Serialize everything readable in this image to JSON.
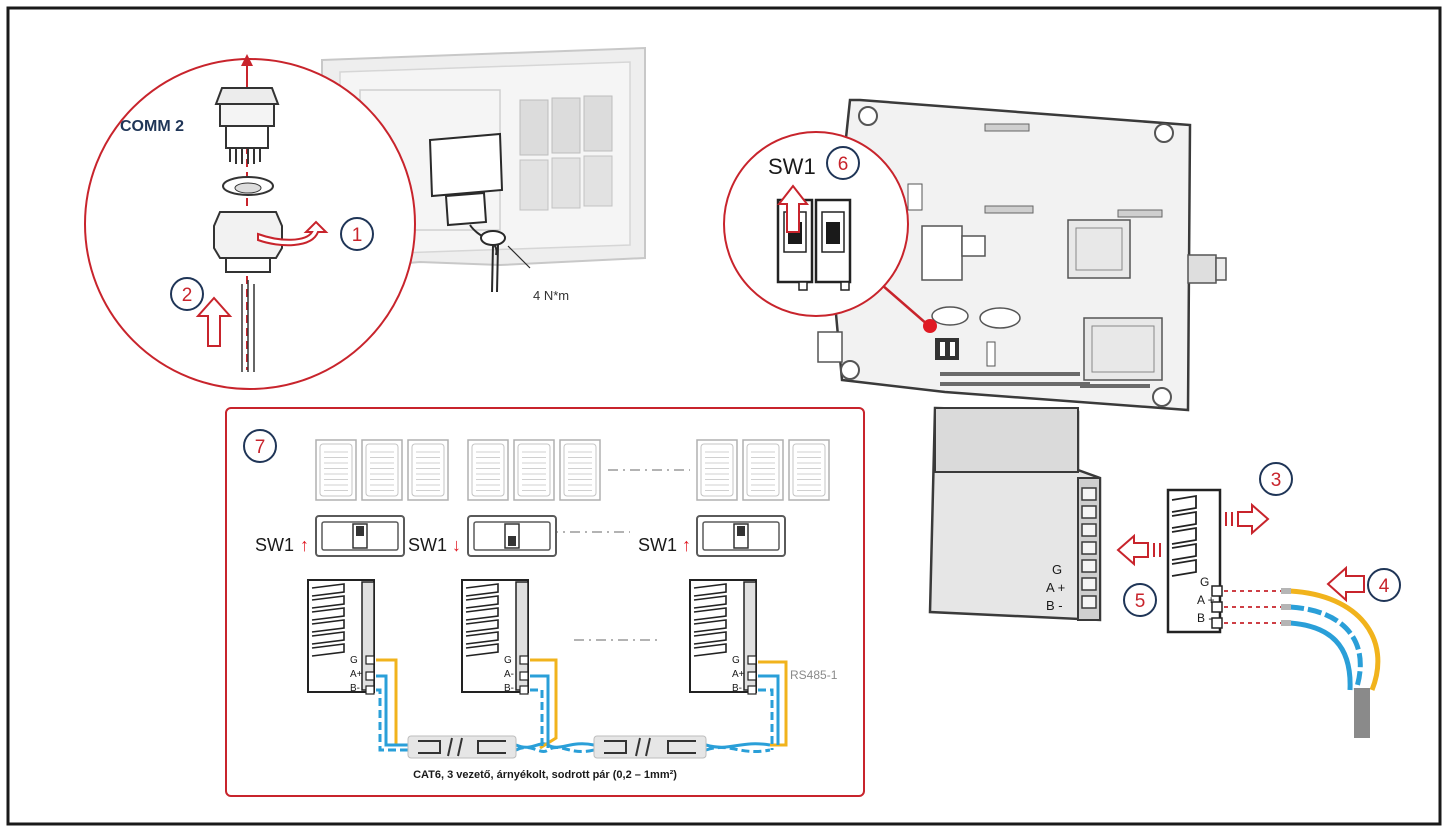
{
  "colors": {
    "red": "#c8242c",
    "navy": "#1f3557",
    "frame": "#1a1a1a",
    "gray_light": "#e3e3e3",
    "gray_mid": "#b5b5b5",
    "gray_dark": "#4a4a4a",
    "cable_blue": "#2a9fd8",
    "cable_yellow": "#f1b31c"
  },
  "gland": {
    "label": "COMM 2",
    "torque": "4 N*m"
  },
  "steps": {
    "s1": "1",
    "s2": "2",
    "s3": "3",
    "s4": "4",
    "s5": "5",
    "s6": "6",
    "s7": "7"
  },
  "board": {
    "switch_label": "SW1"
  },
  "terminal": {
    "g": "G",
    "a": "A +",
    "b": "B -"
  },
  "network": {
    "sw_up": "SW1",
    "sw_down": "SW1",
    "sw_end": "SW1",
    "term_g": "G",
    "term_a": "A+",
    "term_a_mid": "A-",
    "term_b": "B-",
    "port_label": "RS485-1",
    "cable_caption": "CAT6, 3 vezető, árnyékolt, sodrott pár (0,2 – 1mm²)"
  },
  "icons": [
    "arrow-up-icon",
    "rotate-arrow-icon",
    "arrow-right-icon",
    "arrow-left-icon",
    "switch-icon",
    "inverter-icon",
    "terminal-block-icon"
  ]
}
